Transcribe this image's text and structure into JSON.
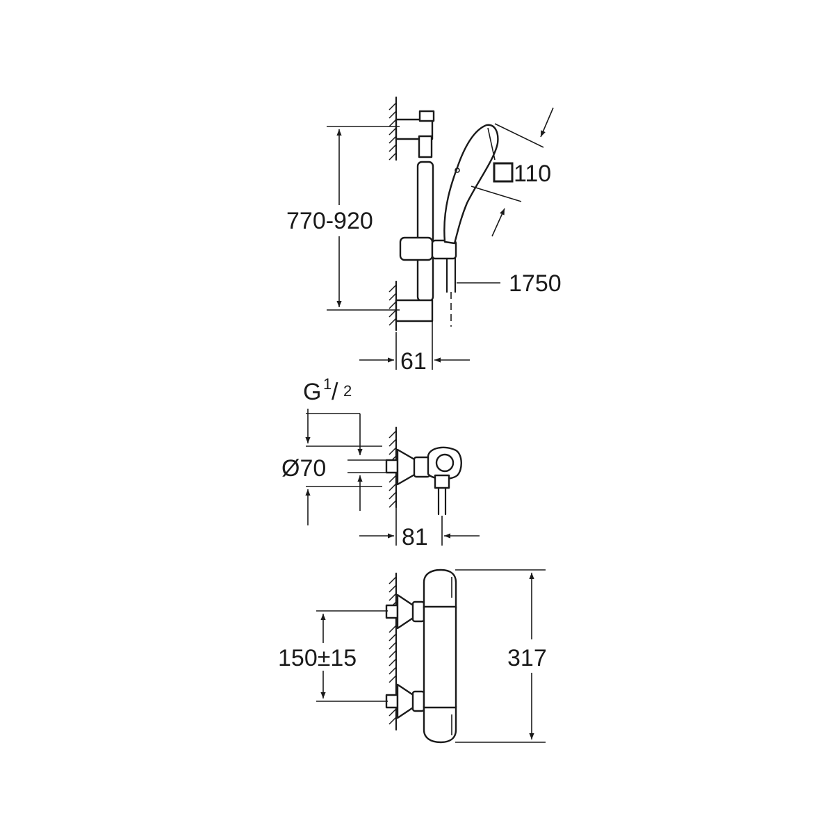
{
  "colors": {
    "line": "#1a1a1a",
    "background": "#ffffff"
  },
  "views": {
    "shower_set": {
      "rail_spacing": "770-920",
      "handshower_size": "110",
      "hose_length": "1750",
      "wall_offset": "61"
    },
    "side_view": {
      "connection_thread_letter": "G",
      "connection_thread_num": "1",
      "connection_thread_den": "2",
      "rosette_diameter": "Ø70",
      "depth": "81"
    },
    "front_view": {
      "centre_distance": "150±15",
      "height": "317"
    }
  }
}
